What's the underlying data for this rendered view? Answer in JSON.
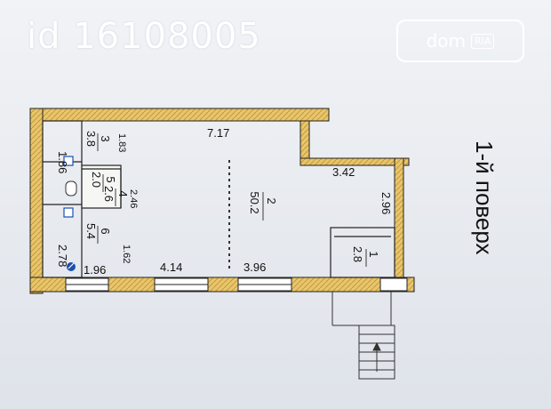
{
  "listing": {
    "id_text": "id 16108005"
  },
  "watermark": {
    "brand": "dom",
    "suffix": "RIA"
  },
  "plan": {
    "floor_title": "1-й поверх",
    "dims": {
      "top": "7.17",
      "left_upper": "1.86",
      "room3_w": "1.83",
      "room5_w": "2.46",
      "room6_w": "1.62",
      "left_lower": "2.78",
      "bottom_1": "1.96",
      "bottom_2": "4.14",
      "bottom_3": "3.96",
      "right_step": "3.42",
      "right_side": "2.96"
    },
    "rooms": [
      {
        "no": "3",
        "area": "3.8"
      },
      {
        "no": "5",
        "area": "2.0"
      },
      {
        "no": "4",
        "area": "2.6"
      },
      {
        "no": "2",
        "area": "50.2"
      },
      {
        "no": "6",
        "area": "5.4"
      },
      {
        "no": "1",
        "area": "2.8"
      }
    ]
  }
}
